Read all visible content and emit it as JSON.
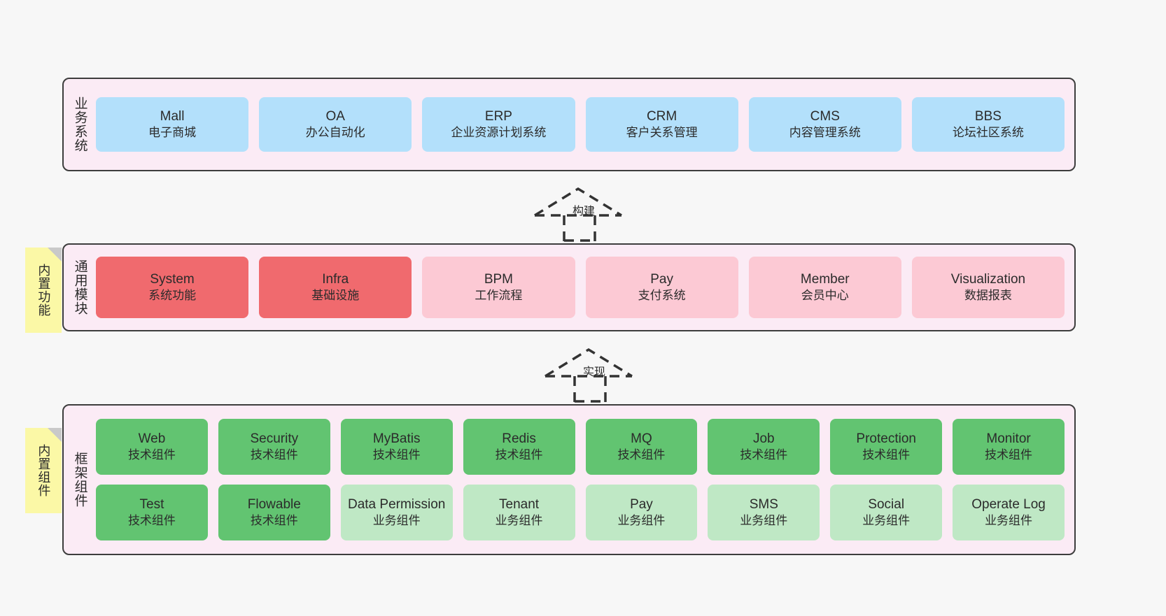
{
  "diagram": {
    "type": "layered-architecture",
    "background_color": "#f7f7f7",
    "layer_band_color": "#fbebf5",
    "note_color": "#fbf8a6"
  },
  "layers": [
    {
      "id": "business-systems",
      "title": "业务系统",
      "card_color": "#b3e0fb",
      "cards": [
        {
          "en": "Mall",
          "cn": "电子商城"
        },
        {
          "en": "OA",
          "cn": "办公自动化"
        },
        {
          "en": "ERP",
          "cn": "企业资源计划系统"
        },
        {
          "en": "CRM",
          "cn": "客户关系管理"
        },
        {
          "en": "CMS",
          "cn": "内容管理系统"
        },
        {
          "en": "BBS",
          "cn": "论坛社区系统"
        }
      ]
    },
    {
      "id": "common-modules",
      "title": "通用模块",
      "note": "内置功能",
      "card_color_primary": "#f06a6e",
      "card_color_secondary": "#fcc9d4",
      "cards": [
        {
          "en": "System",
          "cn": "系统功能",
          "variant": "red"
        },
        {
          "en": "Infra",
          "cn": "基础设施",
          "variant": "red"
        },
        {
          "en": "BPM",
          "cn": "工作流程",
          "variant": "pink"
        },
        {
          "en": "Pay",
          "cn": "支付系统",
          "variant": "pink"
        },
        {
          "en": "Member",
          "cn": "会员中心",
          "variant": "pink"
        },
        {
          "en": "Visualization",
          "cn": "数据报表",
          "variant": "pink"
        }
      ]
    },
    {
      "id": "framework-components",
      "title": "框架组件",
      "note": "内置组件",
      "card_color_primary": "#62c471",
      "card_color_secondary": "#bfe8c5",
      "rows": [
        [
          {
            "en": "Web",
            "cn": "技术组件",
            "variant": "green"
          },
          {
            "en": "Security",
            "cn": "技术组件",
            "variant": "green"
          },
          {
            "en": "MyBatis",
            "cn": "技术组件",
            "variant": "green"
          },
          {
            "en": "Redis",
            "cn": "技术组件",
            "variant": "green"
          },
          {
            "en": "MQ",
            "cn": "技术组件",
            "variant": "green"
          },
          {
            "en": "Job",
            "cn": "技术组件",
            "variant": "green"
          },
          {
            "en": "Protection",
            "cn": "技术组件",
            "variant": "green"
          },
          {
            "en": "Monitor",
            "cn": "技术组件",
            "variant": "green"
          }
        ],
        [
          {
            "en": "Test",
            "cn": "技术组件",
            "variant": "green"
          },
          {
            "en": "Flowable",
            "cn": "技术组件",
            "variant": "green"
          },
          {
            "en": "Data Permission",
            "cn": "业务组件",
            "variant": "lightgreen"
          },
          {
            "en": "Tenant",
            "cn": "业务组件",
            "variant": "lightgreen"
          },
          {
            "en": "Pay",
            "cn": "业务组件",
            "variant": "lightgreen"
          },
          {
            "en": "SMS",
            "cn": "业务组件",
            "variant": "lightgreen"
          },
          {
            "en": "Social",
            "cn": "业务组件",
            "variant": "lightgreen"
          },
          {
            "en": "Operate Log",
            "cn": "业务组件",
            "variant": "lightgreen"
          }
        ]
      ]
    }
  ],
  "connectors": [
    {
      "id": "build",
      "label": "构建",
      "from": "common-modules",
      "to": "business-systems"
    },
    {
      "id": "implement",
      "label": "实现",
      "from": "framework-components",
      "to": "common-modules"
    }
  ]
}
